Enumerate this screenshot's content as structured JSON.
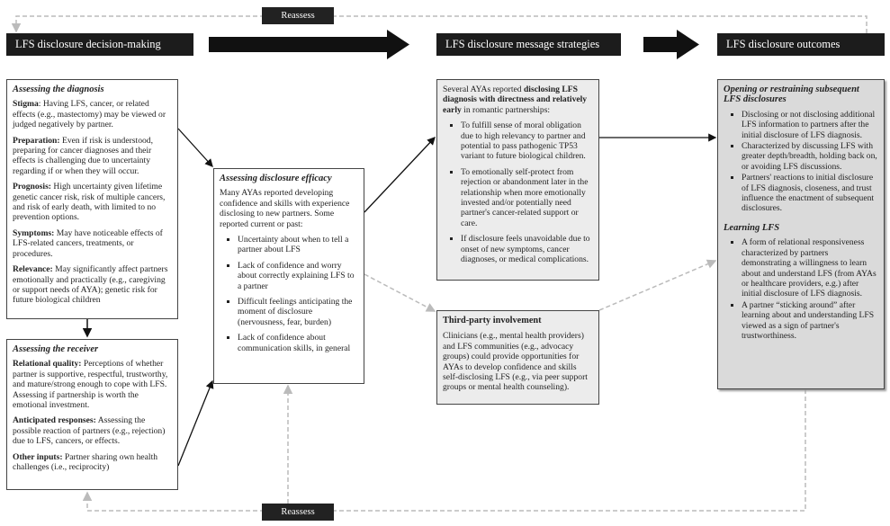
{
  "reassess_top": "Reassess",
  "reassess_bottom": "Reassess",
  "headers": {
    "decision_making": "LFS disclosure decision-making",
    "message_strategies": "LFS disclosure message strategies",
    "outcomes": "LFS disclosure outcomes"
  },
  "diagnosis": {
    "title": "Assessing the diagnosis",
    "items": [
      {
        "term": "Stigma",
        "text": ": Having LFS, cancer, or related effects (e.g., mastectomy) may be viewed or judged negatively by partner."
      },
      {
        "term": "Preparation:",
        "text": " Even if risk is understood, preparing for cancer diagnoses and their effects is challenging due to uncertainty regarding if or when they will occur."
      },
      {
        "term": "Prognosis:",
        "text": " High uncertainty given lifetime genetic cancer risk, risk of multiple cancers, and risk of early death, with limited to no prevention options."
      },
      {
        "term": "Symptoms:",
        "text": " May have noticeable effects of LFS-related cancers, treatments, or procedures."
      },
      {
        "term": "Relevance:",
        "text": " May significantly affect partners emotionally and practically (e.g., caregiving or support needs of AYA); genetic risk for future biological children"
      }
    ]
  },
  "receiver": {
    "title": "Assessing the receiver",
    "items": [
      {
        "term": "Relational quality:",
        "text": " Perceptions of whether partner is supportive, respectful, trustworthy, and mature/strong enough to cope with LFS. Assessing if partnership is worth the emotional investment."
      },
      {
        "term": "Anticipated responses:",
        "text": " Assessing the possible reaction of partners (e.g., rejection) due to LFS, cancers, or effects."
      },
      {
        "term": "Other inputs:",
        "text": " Partner sharing own health challenges (i.e., reciprocity)"
      }
    ]
  },
  "efficacy": {
    "title": "Assessing disclosure efficacy",
    "intro": "Many AYAs reported developing confidence and skills with experience disclosing to new partners. Some reported current or past:",
    "bullets": [
      "Uncertainty about when to tell a partner about LFS",
      "Lack of confidence and worry about correctly explaining LFS to a partner",
      "Difficult feelings anticipating the moment of disclosure (nervousness, fear, burden)",
      "Lack of confidence about communication skills, in general"
    ]
  },
  "strategies": {
    "intro_pre": "Several AYAs reported ",
    "intro_bold": "disclosing LFS diagnosis with directness and relatively early",
    "intro_post": " in romantic partnerships:",
    "bullets": [
      "To fulfill sense of moral obligation due to high relevancy to partner and potential to pass pathogenic TP53 variant to future biological children.",
      "To emotionally self-protect from rejection or abandonment later in the relationship when more emotionally invested and/or potentially need partner's cancer-related support or care.",
      "If disclosure feels unavoidable due to onset of new symptoms, cancer diagnoses, or medical complications."
    ]
  },
  "third_party": {
    "title": "Third-party involvement",
    "text": "Clinicians (e.g., mental health providers) and LFS communities (e.g., advocacy groups) could provide opportunities for AYAs to develop confidence and skills self-disclosing LFS (e.g., via peer support groups or mental health counseling)."
  },
  "outcomes": {
    "section1_title": "Opening or restraining subsequent LFS disclosures",
    "section1_bullets": [
      "Disclosing or not disclosing additional LFS information to partners after the initial disclosure of LFS diagnosis.",
      "Characterized by discussing LFS with greater depth/breadth, holding back on, or avoiding LFS discussions.",
      "Partners' reactions to initial disclosure of LFS diagnosis, closeness, and trust influence the enactment of subsequent disclosures."
    ],
    "section2_title": "Learning LFS",
    "section2_bullets": [
      "A form of relational responsiveness characterized by partners demonstrating a willingness to learn about and understand LFS (from AYAs or healthcare providers, e.g.) after initial disclosure of LFS diagnosis.",
      "A partner “sticking around” after learning about and understanding LFS viewed as a sign of partner's trustworthiness."
    ]
  }
}
